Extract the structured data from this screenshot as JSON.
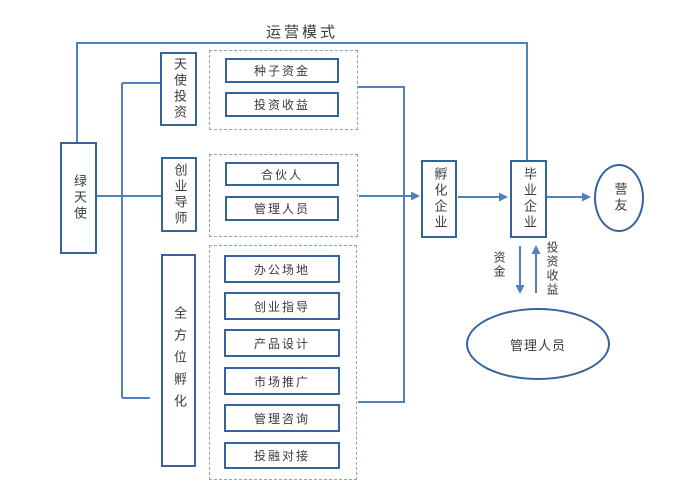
{
  "title": "运营模式",
  "colors": {
    "connector_line": "#4f81bd",
    "box_border": "#35639b",
    "dashed_border": "#8ca3c0",
    "text": "#3b3b3b",
    "background": "#ffffff"
  },
  "root": {
    "label": "绿天使"
  },
  "categories": [
    {
      "label": "天使投资"
    },
    {
      "label": "创业导师"
    },
    {
      "label": "全方位孵化"
    }
  ],
  "groups": [
    {
      "items": [
        "种子资金",
        "投资收益"
      ]
    },
    {
      "items": [
        "合伙人",
        "管理人员"
      ]
    },
    {
      "items": [
        "办公场地",
        "创业指导",
        "产品设计",
        "市场推广",
        "管理咨询",
        "投融对接"
      ]
    }
  ],
  "flow": {
    "incubating": "孵化企业",
    "graduated": "毕业企业",
    "alumni": "营友"
  },
  "exchange": {
    "funds": "资金",
    "returns": "投资收益",
    "managers": "管理人员"
  }
}
